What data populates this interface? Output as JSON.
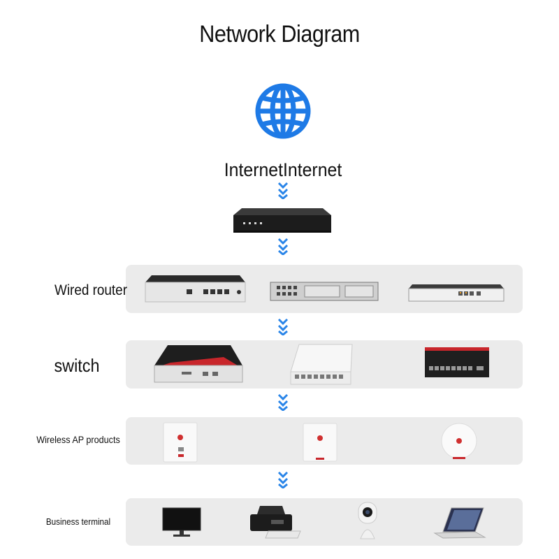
{
  "title": "Network Diagram",
  "internet_label": "InternetInternet",
  "tiers": [
    {
      "label": "Wired router",
      "devices": [
        "router-1",
        "router-2",
        "router-3"
      ]
    },
    {
      "label": "switch",
      "devices": [
        "switch-1",
        "switch-2",
        "switch-3"
      ]
    },
    {
      "label": "Wireless AP products",
      "devices": [
        "ap-1",
        "ap-2",
        "ap-3"
      ]
    },
    {
      "label": "Business terminal",
      "devices": [
        "monitor",
        "printer",
        "camera",
        "laptop"
      ]
    }
  ],
  "colors": {
    "globe": "#1e7ae6",
    "arrow": "#2a85e8",
    "band": "#ebebeb",
    "accent_red": "#c8262b"
  },
  "icons": {
    "globe": "globe-icon",
    "arrow": "chevron-down-double-icon"
  }
}
